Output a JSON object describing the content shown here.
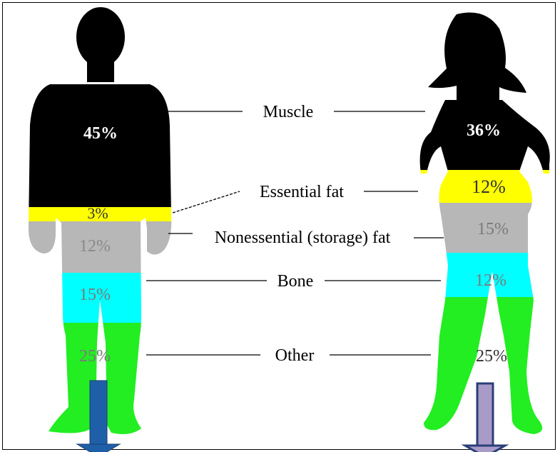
{
  "labels": {
    "muscle": "Muscle",
    "essential_fat": "Essential fat",
    "nonessential_fat": "Nonessential (storage) fat",
    "bone": "Bone",
    "other": "Other"
  },
  "male": {
    "muscle": "45%",
    "essential_fat": "3%",
    "nonessential_fat": "12%",
    "bone": "15%",
    "other": "25%"
  },
  "female": {
    "muscle": "36%",
    "essential_fat": "12%",
    "nonessential_fat": "15%",
    "bone": "12%",
    "other": "25%"
  },
  "colors": {
    "muscle": "#000000",
    "essential_fat": "#ffff00",
    "nonessential_fat": "#b7b7b7",
    "bone": "#00ffff",
    "other": "#22ee22",
    "male_arrow": "#1f5fa8",
    "female_arrow": "#a99ac8"
  }
}
